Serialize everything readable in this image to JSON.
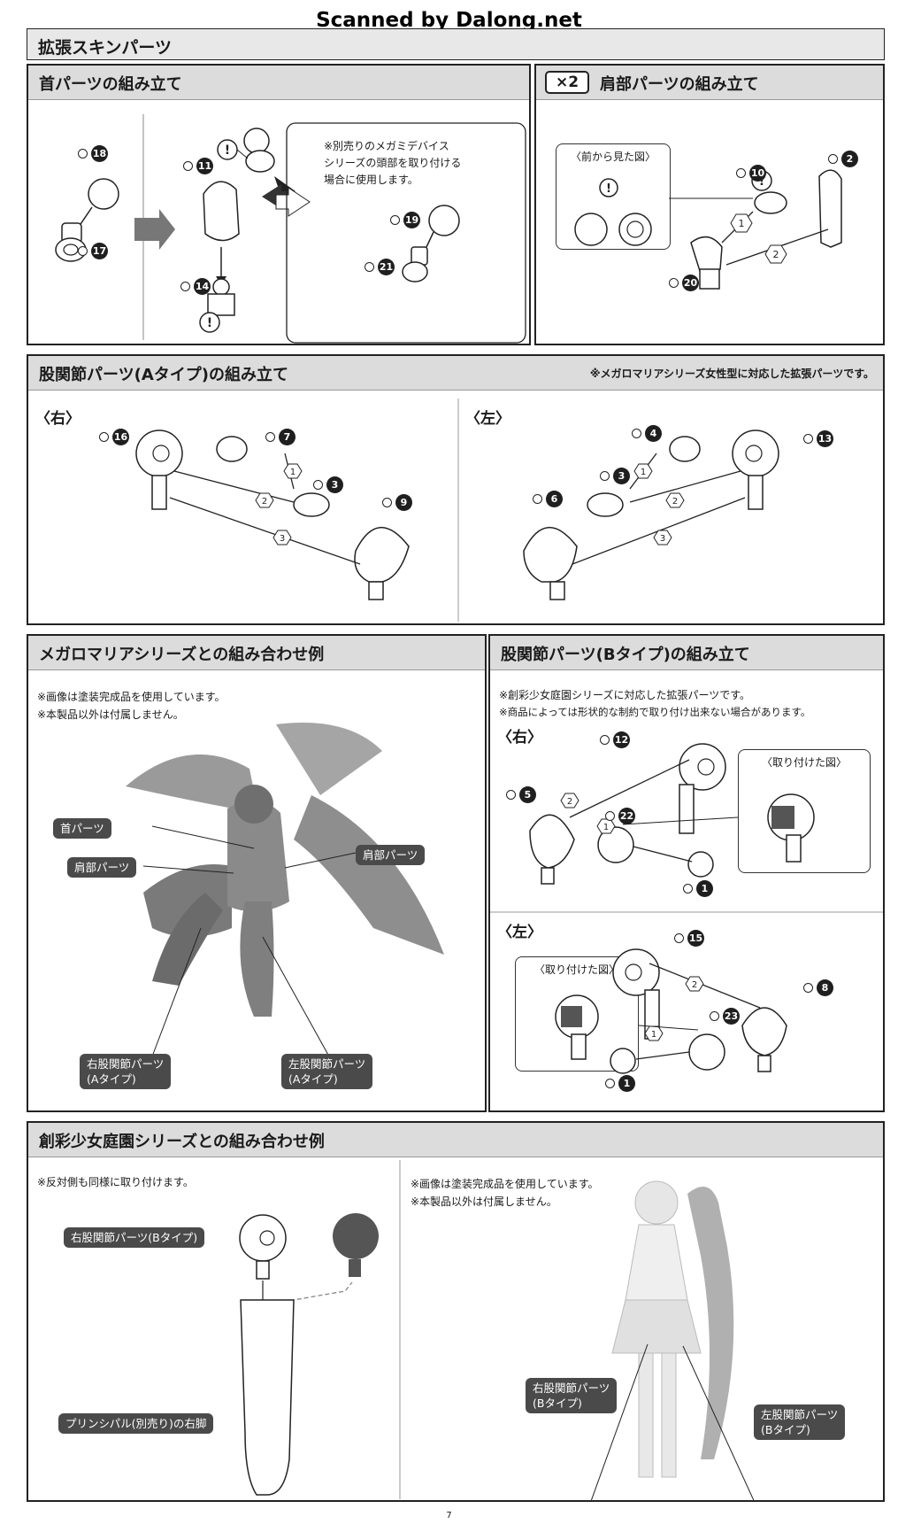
{
  "watermark": "Scanned by Dalong.net",
  "section_title": "拡張スキンパーツ",
  "neck": {
    "title": "首パーツの組み立て",
    "note": "※別売りのメガミデバイス\nシリーズの頭部を取り付ける\n場合に使用します。",
    "parts": [
      "18",
      "17",
      "11",
      "14",
      "19",
      "21"
    ]
  },
  "shoulder": {
    "badge": "×2",
    "title": "肩部パーツの組み立て",
    "inset_title": "〈前から見た図〉",
    "parts": [
      "10",
      "2",
      "20"
    ],
    "steps": [
      "1",
      "2"
    ]
  },
  "hipA": {
    "title": "股関節パーツ(Aタイプ)の組み立て",
    "note": "※メガロマリアシリーズ女性型に対応した拡張パーツです。",
    "right": {
      "label": "〈右〉",
      "parts": [
        "16",
        "7",
        "3",
        "9"
      ],
      "steps": [
        "1",
        "2",
        "3"
      ]
    },
    "left": {
      "label": "〈左〉",
      "parts": [
        "4",
        "13",
        "6",
        "3"
      ],
      "steps": [
        "1",
        "2",
        "3"
      ]
    }
  },
  "megalo": {
    "title": "メガロマリアシリーズとの組み合わせ例",
    "notes": [
      "※画像は塗装完成品を使用しています。",
      "※本製品以外は付属しません。"
    ],
    "labels": {
      "neck": "首パーツ",
      "shoulder_left": "肩部パーツ",
      "shoulder_right": "肩部パーツ",
      "hip_right": "右股関節パーツ\n(Aタイプ)",
      "hip_left": "左股関節パーツ\n(Aタイプ)"
    }
  },
  "hipB": {
    "title": "股関節パーツ(Bタイプ)の組み立て",
    "notes": [
      "※創彩少女庭園シリーズに対応した拡張パーツです。",
      "※商品によっては形状的な制約で取り付け出来ない場合があります。"
    ],
    "right": {
      "label": "〈右〉",
      "inset_title": "〈取り付けた図〉",
      "parts": [
        "12",
        "5",
        "22",
        "1"
      ],
      "steps": [
        "1",
        "2"
      ]
    },
    "left": {
      "label": "〈左〉",
      "inset_title": "〈取り付けた図〉",
      "parts": [
        "15",
        "8",
        "23",
        "1"
      ],
      "steps": [
        "1",
        "2"
      ]
    }
  },
  "sousai": {
    "title": "創彩少女庭園シリーズとの組み合わせ例",
    "left_note": "※反対側も同様に取り付けます。",
    "right_notes": [
      "※画像は塗装完成品を使用しています。",
      "※本製品以外は付属しません。"
    ],
    "labels": {
      "hipB_right_top": "右股関節パーツ(Bタイプ)",
      "principal_leg": "プリンシパル(別売り)の右脚",
      "hipB_right": "右股関節パーツ\n(Bタイプ)",
      "hipB_left": "左股関節パーツ\n(Bタイプ)"
    }
  },
  "page_number": "7"
}
